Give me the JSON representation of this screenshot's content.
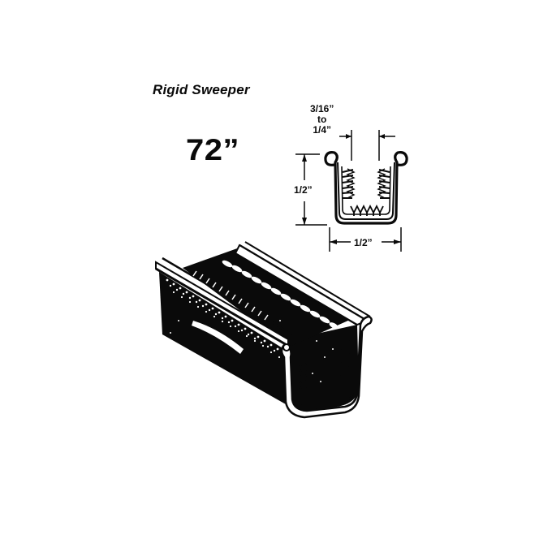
{
  "product": {
    "name": "Rigid Sweeper",
    "length": "72”"
  },
  "cross_section": {
    "opening_label_line1": "3/16”",
    "opening_label_line2": "to",
    "opening_label_line3": "1/4”",
    "height_label": "1/2”",
    "width_label": "1/2”"
  },
  "colors": {
    "ink": "#0a0a0a",
    "background": "#ffffff"
  }
}
